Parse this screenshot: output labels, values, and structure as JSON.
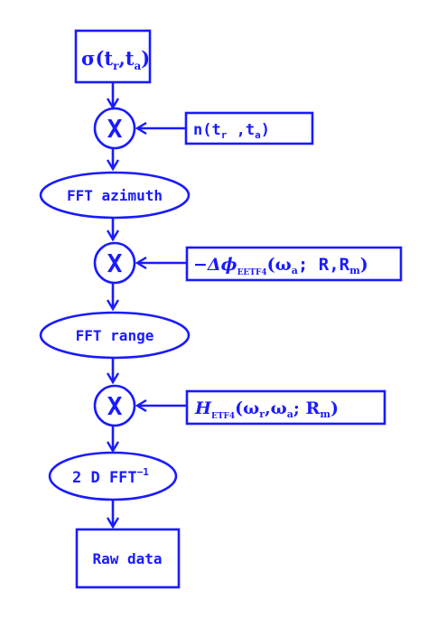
{
  "header_fragment": "...",
  "nodes": {
    "input": {
      "sym": "σ",
      "open": "(",
      "sub1_base": "t",
      "sub1": "r",
      "comma": ",",
      "sub2_base": "t",
      "sub2": "a",
      "close": ")"
    },
    "noise": {
      "prefix": "n(t",
      "sub1": "r",
      "mid": " ,t",
      "sub2": "a",
      "close": ")"
    },
    "fft_azimuth": "FFT azimuth",
    "phase": {
      "minus": "−Δ",
      "phi": "ϕ",
      "sub": "EETF4",
      "args_open": "(ω",
      "a": "a",
      "semi": "; R,R",
      "m": "m",
      "close": ")"
    },
    "fft_range": "FFT range",
    "filter": {
      "H": "H",
      "sub": "ETF4",
      "args": "(ω",
      "r": "r",
      "comma": ",ω",
      "a": "a",
      "semi": "; R",
      "m": "m",
      "close": ")"
    },
    "ifft": {
      "label": "2 D FFT",
      "sup": "−1"
    },
    "raw_data": "Raw data",
    "multiply": "X"
  }
}
